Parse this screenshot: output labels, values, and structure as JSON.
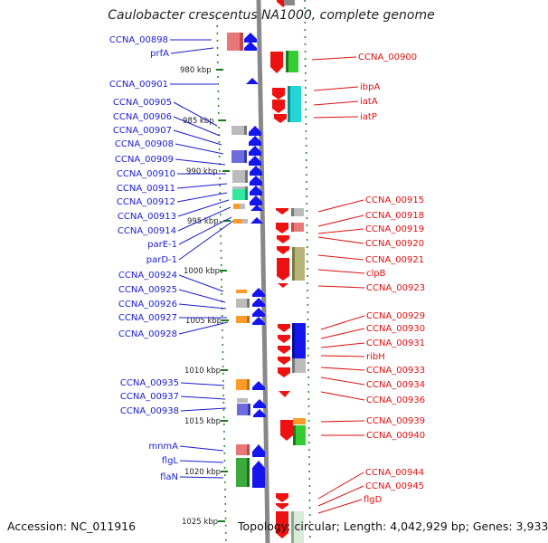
{
  "title": "Caulobacter crescentus NA1000, complete genome",
  "accession": "Accession: NC_011916",
  "summary": "Topology: circular; Length: 4,042,929 bp; Genes: 3,933",
  "colors": {
    "left_label": "#1c1ccc",
    "right_label": "#dd1111",
    "ruler": "#1a7a1a",
    "backbone": "#888888"
  },
  "ruler_ticks": [
    "980 kbp",
    "985 kbp",
    "990 kbp",
    "995 kbp",
    "1000 kbp",
    "1005 kbp",
    "1010 kbp",
    "1015 kbp",
    "1020 kbp",
    "1025 kbp"
  ],
  "left_labels": [
    "CCNA_00898",
    "prfA",
    "CCNA_00901",
    "CCNA_00905",
    "CCNA_00906",
    "CCNA_00907",
    "CCNA_00908",
    "CCNA_00909",
    "CCNA_00910",
    "CCNA_00911",
    "CCNA_00912",
    "CCNA_00913",
    "CCNA_00914",
    "parE-1",
    "parD-1",
    "CCNA_00924",
    "CCNA_00925",
    "CCNA_00926",
    "CCNA_00927",
    "CCNA_00928",
    "CCNA_00935",
    "CCNA_00937",
    "CCNA_00938",
    "mnmA",
    "flgL",
    "flaN"
  ],
  "right_labels": [
    "CCNA_00900",
    "ibpA",
    "iatA",
    "iatP",
    "CCNA_00915",
    "CCNA_00918",
    "CCNA_00919",
    "CCNA_00920",
    "CCNA_00921",
    "clpB",
    "CCNA_00923",
    "CCNA_00929",
    "CCNA_00930",
    "CCNA_00931",
    "ribH",
    "CCNA_00933",
    "CCNA_00934",
    "CCNA_00936",
    "CCNA_00939",
    "CCNA_00940",
    "CCNA_00944",
    "CCNA_00945",
    "flgD"
  ]
}
